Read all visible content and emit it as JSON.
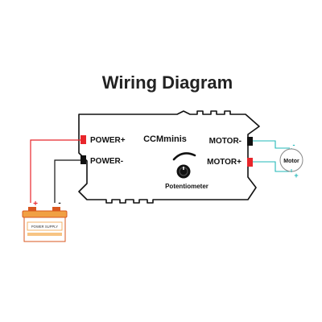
{
  "title": "Wiring Diagram",
  "controller": {
    "name": "CCMminis",
    "left_terminals": [
      {
        "label": "POWER+",
        "color": "#e8262b"
      },
      {
        "label": "POWER-",
        "color": "#111111"
      }
    ],
    "right_terminals": [
      {
        "label": "MOTOR-",
        "color": "#111111"
      },
      {
        "label": "MOTOR+",
        "color": "#e8262b"
      }
    ],
    "knob_label": "Potentiometer"
  },
  "battery": {
    "label": "POWER SUPPLY",
    "plus_sign": "+",
    "minus_sign": "-",
    "body_color": "#f0a044",
    "accent_color": "#d9571f"
  },
  "motor": {
    "label": "Motor",
    "minus_sign": "-",
    "plus_sign": "+",
    "wire_color": "#22b8b8"
  },
  "colors": {
    "positive_wire": "#e8262b",
    "negative_wire": "#111111",
    "board_outline": "#111111"
  }
}
